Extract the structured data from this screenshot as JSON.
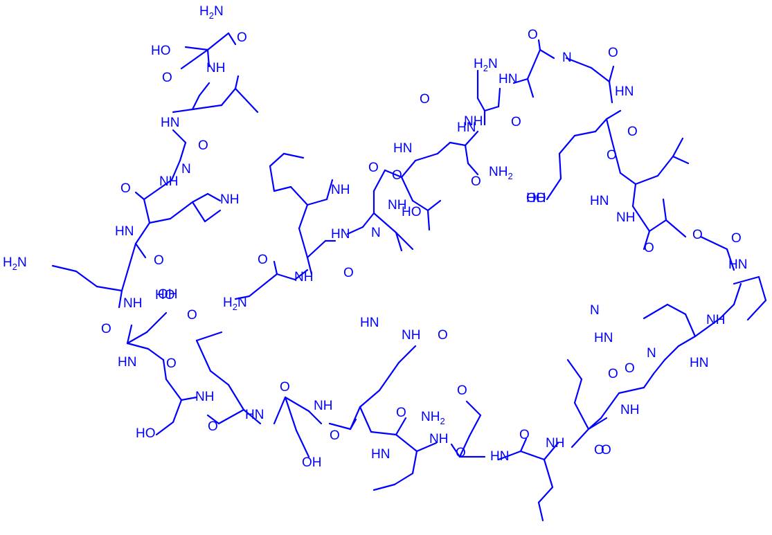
{
  "color": "#0000ff",
  "labels": [
    "H2N",
    "O",
    "HO",
    "NH",
    "O",
    "HN",
    "O",
    "NH",
    "N",
    "NH",
    "O",
    "HN",
    "O",
    "H2N",
    "NH",
    "O",
    "HO",
    "O",
    "HN",
    "O",
    "HO",
    "NH",
    "O",
    "HN",
    "O",
    "NH",
    "O",
    "OH",
    "HN",
    "O",
    "O",
    "NH",
    "O",
    "HN",
    "O",
    "NH",
    "O",
    "NH2",
    "NH",
    "O",
    "HN",
    "OH",
    "H2N",
    "O",
    "NH",
    "NH",
    "HN",
    "O",
    "HO",
    "N",
    "O",
    "NH",
    "O",
    "HN",
    "O",
    "O",
    "HN",
    "NH2",
    "NH",
    "HN",
    "H2N",
    "O",
    "O",
    "OH",
    "N",
    "O",
    "HN",
    "O",
    "O",
    "NH",
    "HN",
    "O",
    "HO",
    "O",
    "HN",
    "O",
    "N",
    "NH",
    "HN",
    "O",
    "N",
    "HN",
    "O",
    "NH",
    "O"
  ]
}
